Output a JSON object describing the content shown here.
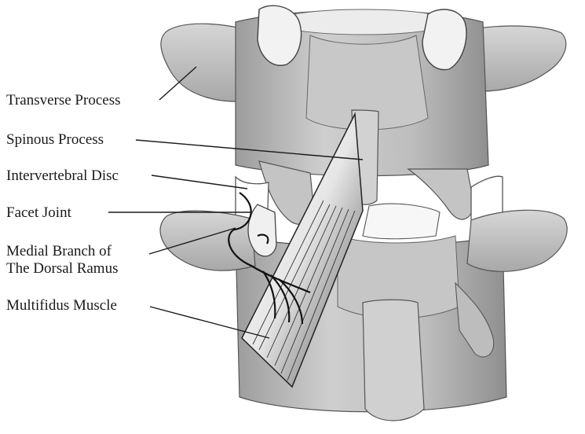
{
  "diagram": {
    "labels": {
      "transverse_process": "Transverse Process",
      "spinous_process": "Spinous Process",
      "intervertebral_disc": "Intervertebral Disc",
      "facet_joint": "Facet Joint",
      "medial_branch_line1": "Medial Branch of",
      "medial_branch_line2": "The Dorsal Ramus",
      "multifidus_muscle": "Multifidus Muscle"
    },
    "colors": {
      "bone_light": "#d9d9d9",
      "bone_mid": "#b5b5b5",
      "bone_dark": "#8a8a8a",
      "outline": "#555555",
      "leader": "#1a1a1a",
      "disc": "#ffffff"
    }
  }
}
